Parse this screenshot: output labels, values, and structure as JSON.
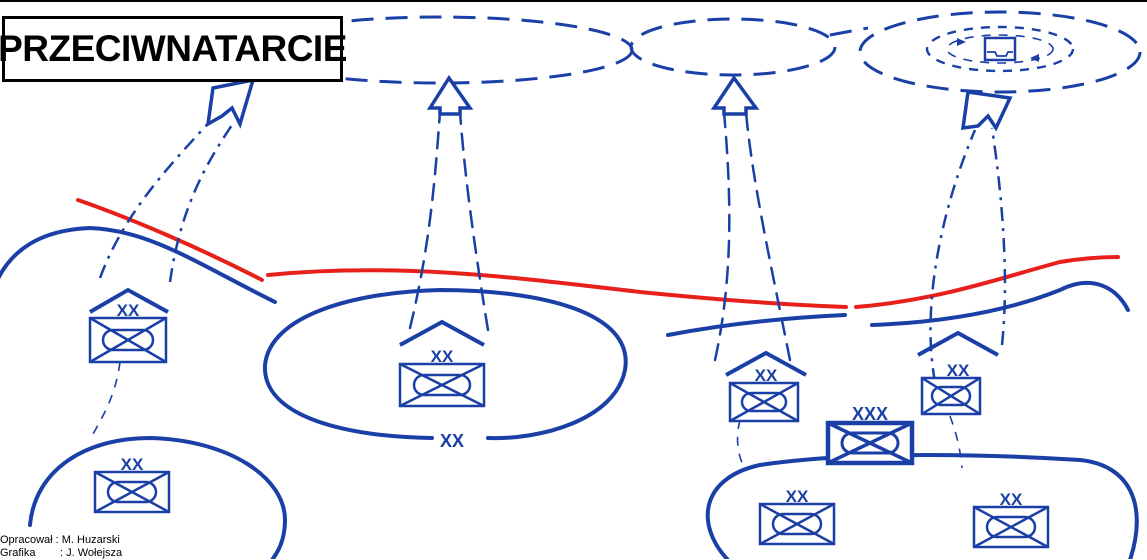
{
  "title": "PRZECIWNATARCIE",
  "credits": {
    "line1_label": "Opracował :",
    "line1_value": "M. Huzarski",
    "line2_label": "Grafika",
    "line2_value": ": J. Wołejsza"
  },
  "symbols": {
    "division_mark": "XX",
    "corps_mark": "XXX",
    "boundary_label": "XX"
  },
  "colors": {
    "friendly_blue": "#1a3fa6",
    "front_line_red": "#e8201c",
    "background": "#ffffff",
    "title_border": "#000000"
  }
}
